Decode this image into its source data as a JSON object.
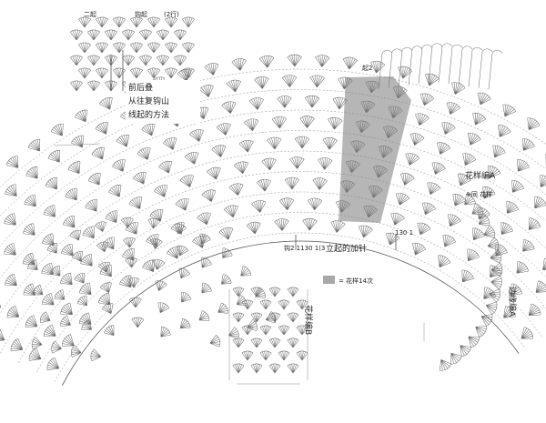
{
  "chart_data": {
    "type": "diagram",
    "labels": {
      "motif_a": "花样编A",
      "motif_a_note": "※同 花样",
      "edge_a": "边缘编A",
      "edge_b": "花样编B",
      "method_line1": "前后叠",
      "method_line2": "从往复钩山",
      "method_line3": "线起的方法",
      "increase": "立起的加针",
      "legend": "= 花样14次",
      "start_note": "钩2 1130 1(3",
      "mid_note": "130 1",
      "top_left_a": "二起",
      "top_left_b": "钩起",
      "top_left_c": "(2行)",
      "start_mark": "起2"
    },
    "colors": {
      "line": "#6f6f6f",
      "highlight": "#7a7a7a",
      "legend_swatch": "#a8a8a8"
    }
  }
}
